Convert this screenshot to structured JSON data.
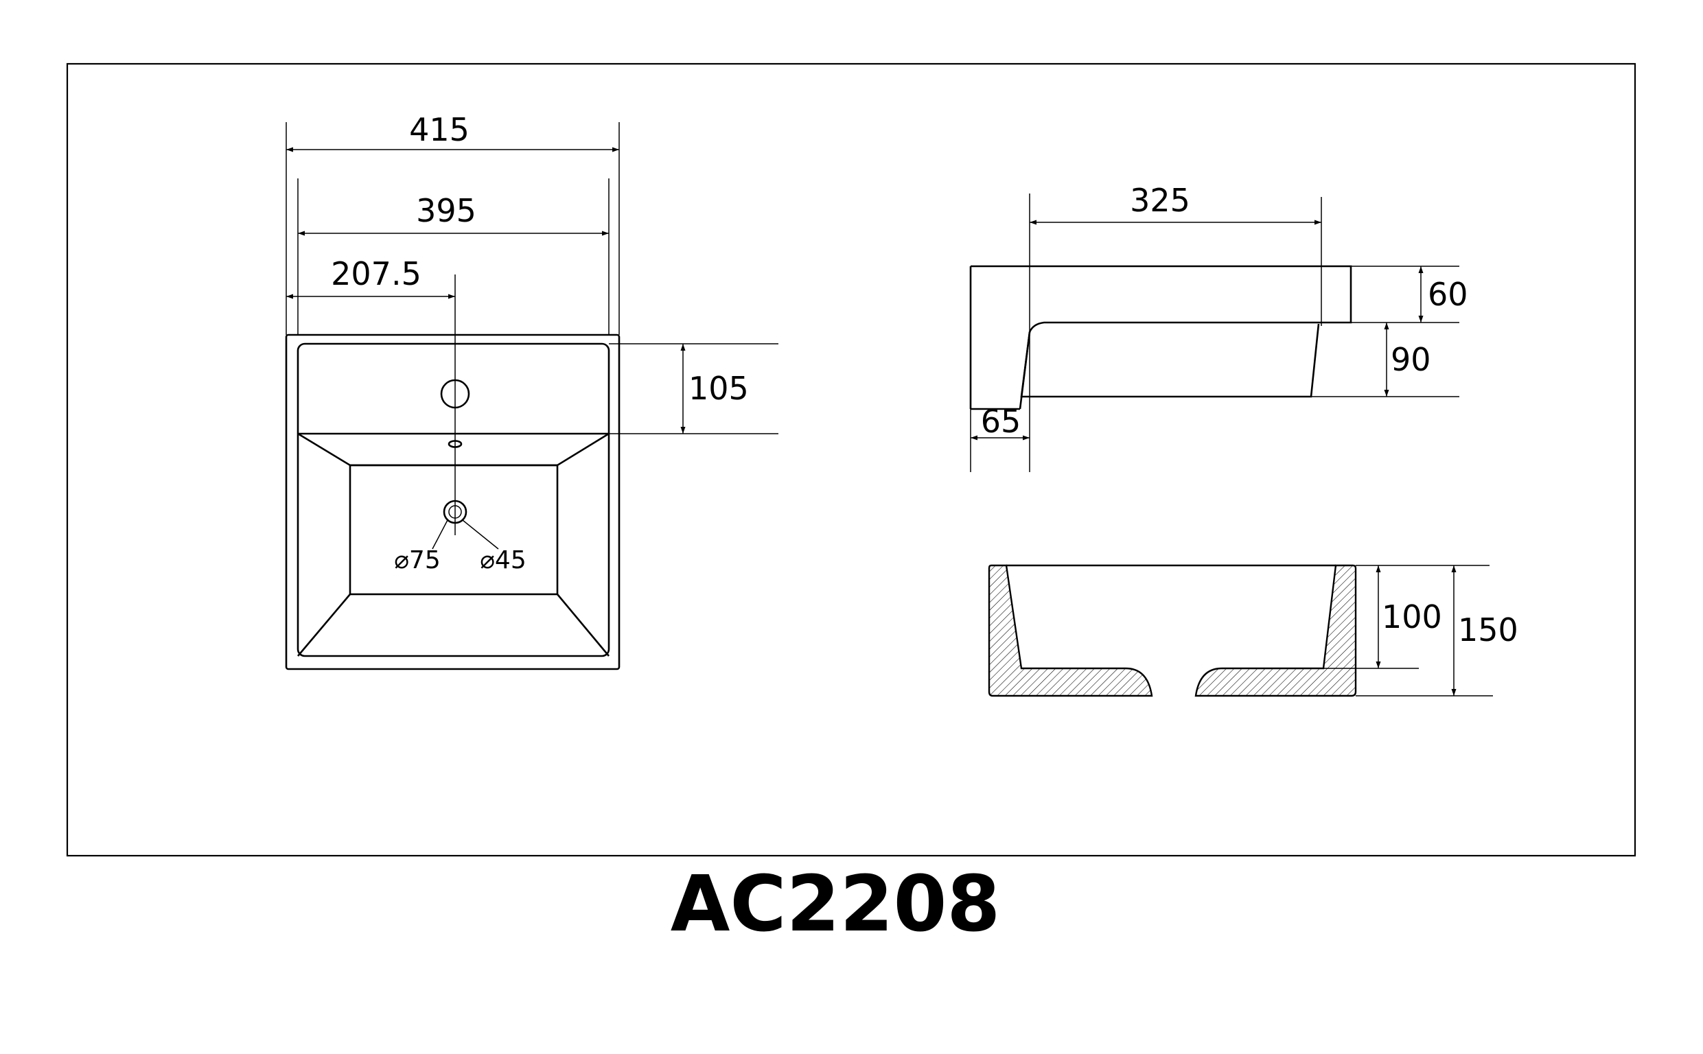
{
  "model": "AC2208",
  "top_view": {
    "overall_width": "415",
    "inner_width": "395",
    "tap_offset": "207.5",
    "rim_depth": "105",
    "waste_outer_diameter": "⌀75",
    "waste_inner_diameter": "⌀45"
  },
  "side_view": {
    "length": "325",
    "top_height": "60",
    "lower_height": "90",
    "wall_offset": "65"
  },
  "section_view": {
    "bowl_depth": "100",
    "total_height": "150"
  }
}
